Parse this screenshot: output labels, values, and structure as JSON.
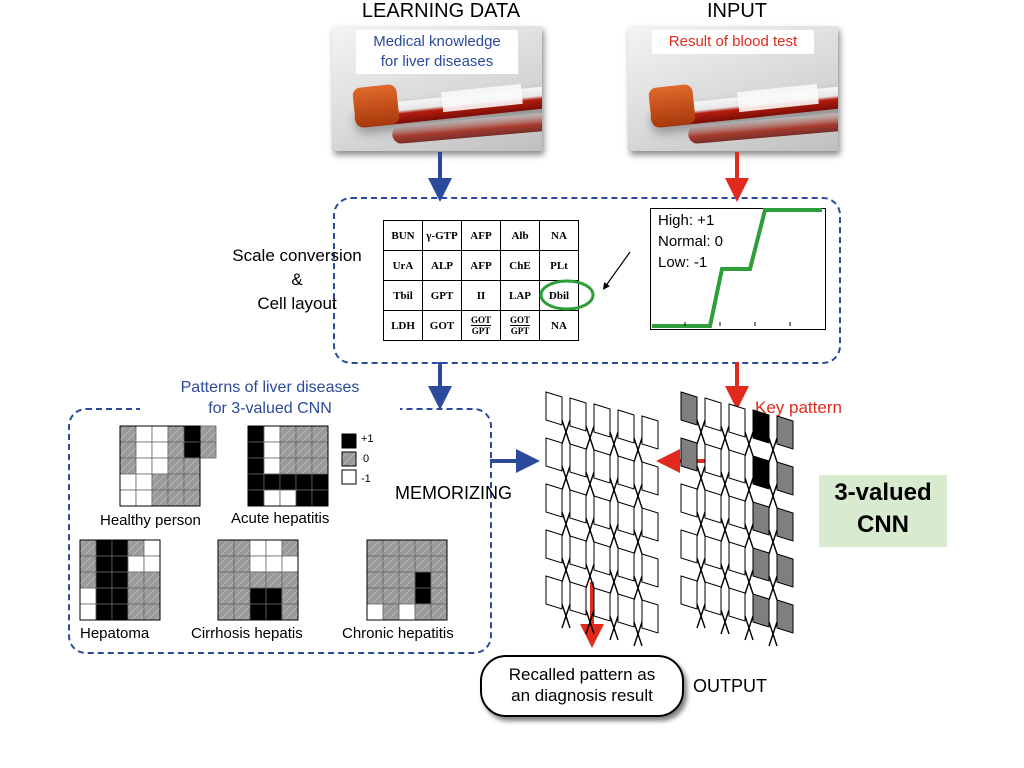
{
  "learning": {
    "header": "LEARNING DATA",
    "tag_line1": "Medical knowledge",
    "tag_line2": "for liver diseases"
  },
  "input": {
    "header": "INPUT",
    "tag": "Result of blood test"
  },
  "scale": {
    "line1": "Scale conversion",
    "line2": "&",
    "line3": "Cell layout",
    "legend": [
      "High: +1",
      "Normal: 0",
      "Low: -1"
    ]
  },
  "cells": [
    [
      "BUN",
      "γ-GTP",
      "AFP",
      "Alb",
      "NA"
    ],
    [
      "UrA",
      "ALP",
      "AFP",
      "ChE",
      "PLt"
    ],
    [
      "Tbil",
      "GPT",
      "II",
      "LAP",
      "Dbil"
    ],
    [
      "LDH",
      "GOT",
      {
        "n": "GOT",
        "d": "GPT"
      },
      {
        "n": "GOT",
        "d": "GPT"
      },
      "NA"
    ]
  ],
  "patterns": {
    "title_line1": "Patterns of liver diseases",
    "title_line2": "for 3-valued CNN",
    "legend": [
      "+1",
      "0",
      "-1"
    ],
    "items": [
      {
        "label": "Healthy person",
        "grid": [
          "0-1-10+10",
          "0-1-10+10",
          "0-1-100",
          "-1-1000",
          "-1-1000"
        ]
      },
      {
        "label": "Acute hepatitis",
        "grid": [
          "+1-1000",
          "+1-1000",
          "+1-1000",
          "+1+1+1+1+1",
          "+1-1-1+1+1"
        ]
      },
      {
        "label": "Hepatoma",
        "grid": [
          "0+1+10-1",
          "0+1+1-1-1",
          "0+1+100",
          "-1+1+100",
          "-1+1+100"
        ]
      },
      {
        "label": "Cirrhosis hepatis",
        "grid": [
          "00-1-10",
          "00-1-1-1",
          "00000",
          "00+1+10",
          "00+1+10"
        ]
      },
      {
        "label": "Chronic hepatitis",
        "grid": [
          "00000",
          "00000",
          "000+10",
          "000+10",
          "-10-100"
        ]
      }
    ]
  },
  "memorizing": "MEMORIZING",
  "key_pattern": "Key pattern",
  "cnn": {
    "line1": "3-valued",
    "line2": "CNN"
  },
  "output": {
    "box_line1": "Recalled pattern as",
    "box_line2": "an diagnosis result",
    "label": "OUTPUT"
  },
  "colors": {
    "blue": "#2b4a9b",
    "red": "#e02a1e",
    "green": "#2e9e3a",
    "gray": "#9a9a9a",
    "box_green": "#d9ebcf"
  }
}
